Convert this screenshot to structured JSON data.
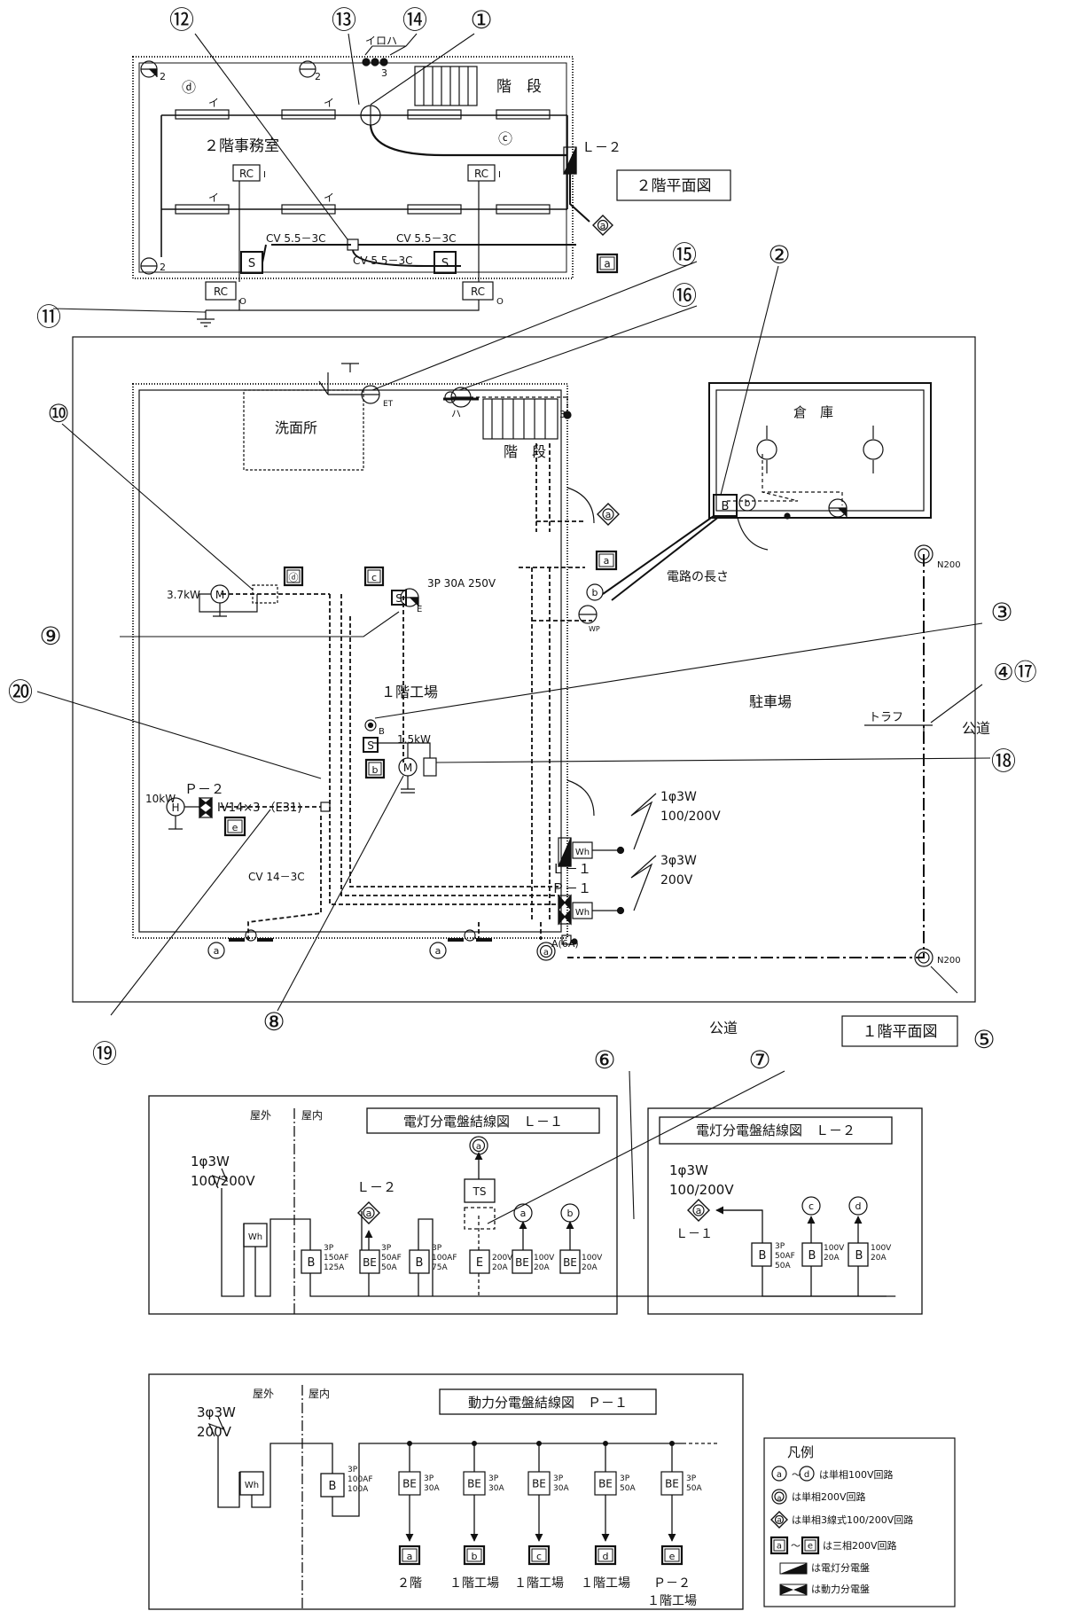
{
  "floor2": {
    "title": "２階平面図",
    "room": "２階事務室",
    "stairs": "階　段",
    "cable1": "CV 5.5－3C",
    "cable2": "CV 5.5－3C",
    "cable3": "CV 5.5－3C",
    "panel": "Ｌ－２",
    "switch_label": "イロハ",
    "lamp_i": "イ",
    "rc": "RC",
    "rc_sub1": "I",
    "rc_sub0": "O",
    "s": "S",
    "c": "ⓒ",
    "d": "ⓓ",
    "a_box": "a",
    "a_dia": "a",
    "n2": "2",
    "n3": "3"
  },
  "floor1": {
    "title": "１階平面図",
    "washroom": "洗面所",
    "stairs": "階　段",
    "storage": "倉　庫",
    "factory": "１階工場",
    "parking": "駐車場",
    "road1": "公道",
    "road2": "公道",
    "circuit_length": "電路の長さ",
    "trough": "トラフ",
    "outlet_3p": "3P 30A 250V",
    "motor1": "3.7kW",
    "motor2": "1.5kW",
    "heater": "10kW",
    "p2": "Ｐ－２",
    "iv": "IV14×3 （E31)",
    "cv14": "CV 14－3C",
    "l1": "Ｌ－１",
    "p1": "Ｐ－１",
    "supply1": "1φ3W",
    "supply1b": "100/200V",
    "supply3": "3φ3W",
    "supply3b": "200V",
    "n200": "N200",
    "a6a": "A(6A)",
    "wp": "WP",
    "et": "ET",
    "e": "E",
    "b": "B",
    "ha": "ハ",
    "three": "3",
    "wh": "Wh",
    "M": "M",
    "H": "H",
    "S": "S",
    "B": "B"
  },
  "callouts": [
    "①",
    "②",
    "③",
    "④⑰",
    "⑤",
    "⑥",
    "⑦",
    "⑧",
    "⑨",
    "⑩",
    "⑪",
    "⑫",
    "⑬",
    "⑭",
    "⑮",
    "⑯",
    "⑱",
    "⑲",
    "⑳"
  ],
  "l1_diagram": {
    "title": "電灯分電盤結線図　Ｌ－１",
    "outdoor": "屋外",
    "indoor": "屋内",
    "supply": "1φ3W",
    "supply2": "100/200V",
    "l2": "Ｌ－２",
    "wh": "Wh",
    "b": "B",
    "be": "BE",
    "e": "E",
    "ts": "TS",
    "b1_r1": "3P",
    "b1_r2": "150AF",
    "b1_r3": "125A",
    "be1_r1": "3P",
    "be1_r2": "50AF",
    "be1_r3": "50A",
    "b2_r1": "3P",
    "b2_r2": "100AF",
    "b2_r3": "75A",
    "e_r1": "200V",
    "e_r2": "20A",
    "be2_r1": "100V",
    "be2_r2": "20A",
    "be3_r1": "100V",
    "be3_r2": "20A"
  },
  "l2_diagram": {
    "title": "電灯分電盤結線図　Ｌ－２",
    "supply": "1φ3W",
    "supply2": "100/200V",
    "l1": "Ｌ－１",
    "b": "B",
    "b_r1": "3P",
    "b_r2": "50AF",
    "b_r3": "50A",
    "bc_r1": "100V",
    "bc_r2": "20A",
    "bd_r1": "100V",
    "bd_r2": "20A"
  },
  "p1_diagram": {
    "title": "動力分電盤結線図　Ｐ－１",
    "outdoor": "屋外",
    "indoor": "屋内",
    "supply": "3φ3W",
    "supply2": "200V",
    "wh": "Wh",
    "b": "B",
    "be": "BE",
    "b_r1": "3P",
    "b_r2": "100AF",
    "b_r3": "100A",
    "br_labels": [
      "3P",
      "30A",
      "3P",
      "30A",
      "3P",
      "30A",
      "3P",
      "50A",
      "3P",
      "50A"
    ],
    "dest": [
      "２階",
      "１階工場",
      "１階工場",
      "１階工場",
      "Ｐ－２",
      "１階工場"
    ],
    "letters": [
      "a",
      "b",
      "c",
      "d",
      "e"
    ]
  },
  "legend": {
    "title": "凡例",
    "row1": "は単相100V回路",
    "row2": "は単相200V回路",
    "row3": "は単相3線式100/200V回路",
    "row4": "は三相200V回路",
    "row5": "は電灯分電盤",
    "row6": "は動力分電盤",
    "tilde": "～"
  },
  "colors": {
    "ink": "#111111",
    "paper": "#ffffff"
  }
}
